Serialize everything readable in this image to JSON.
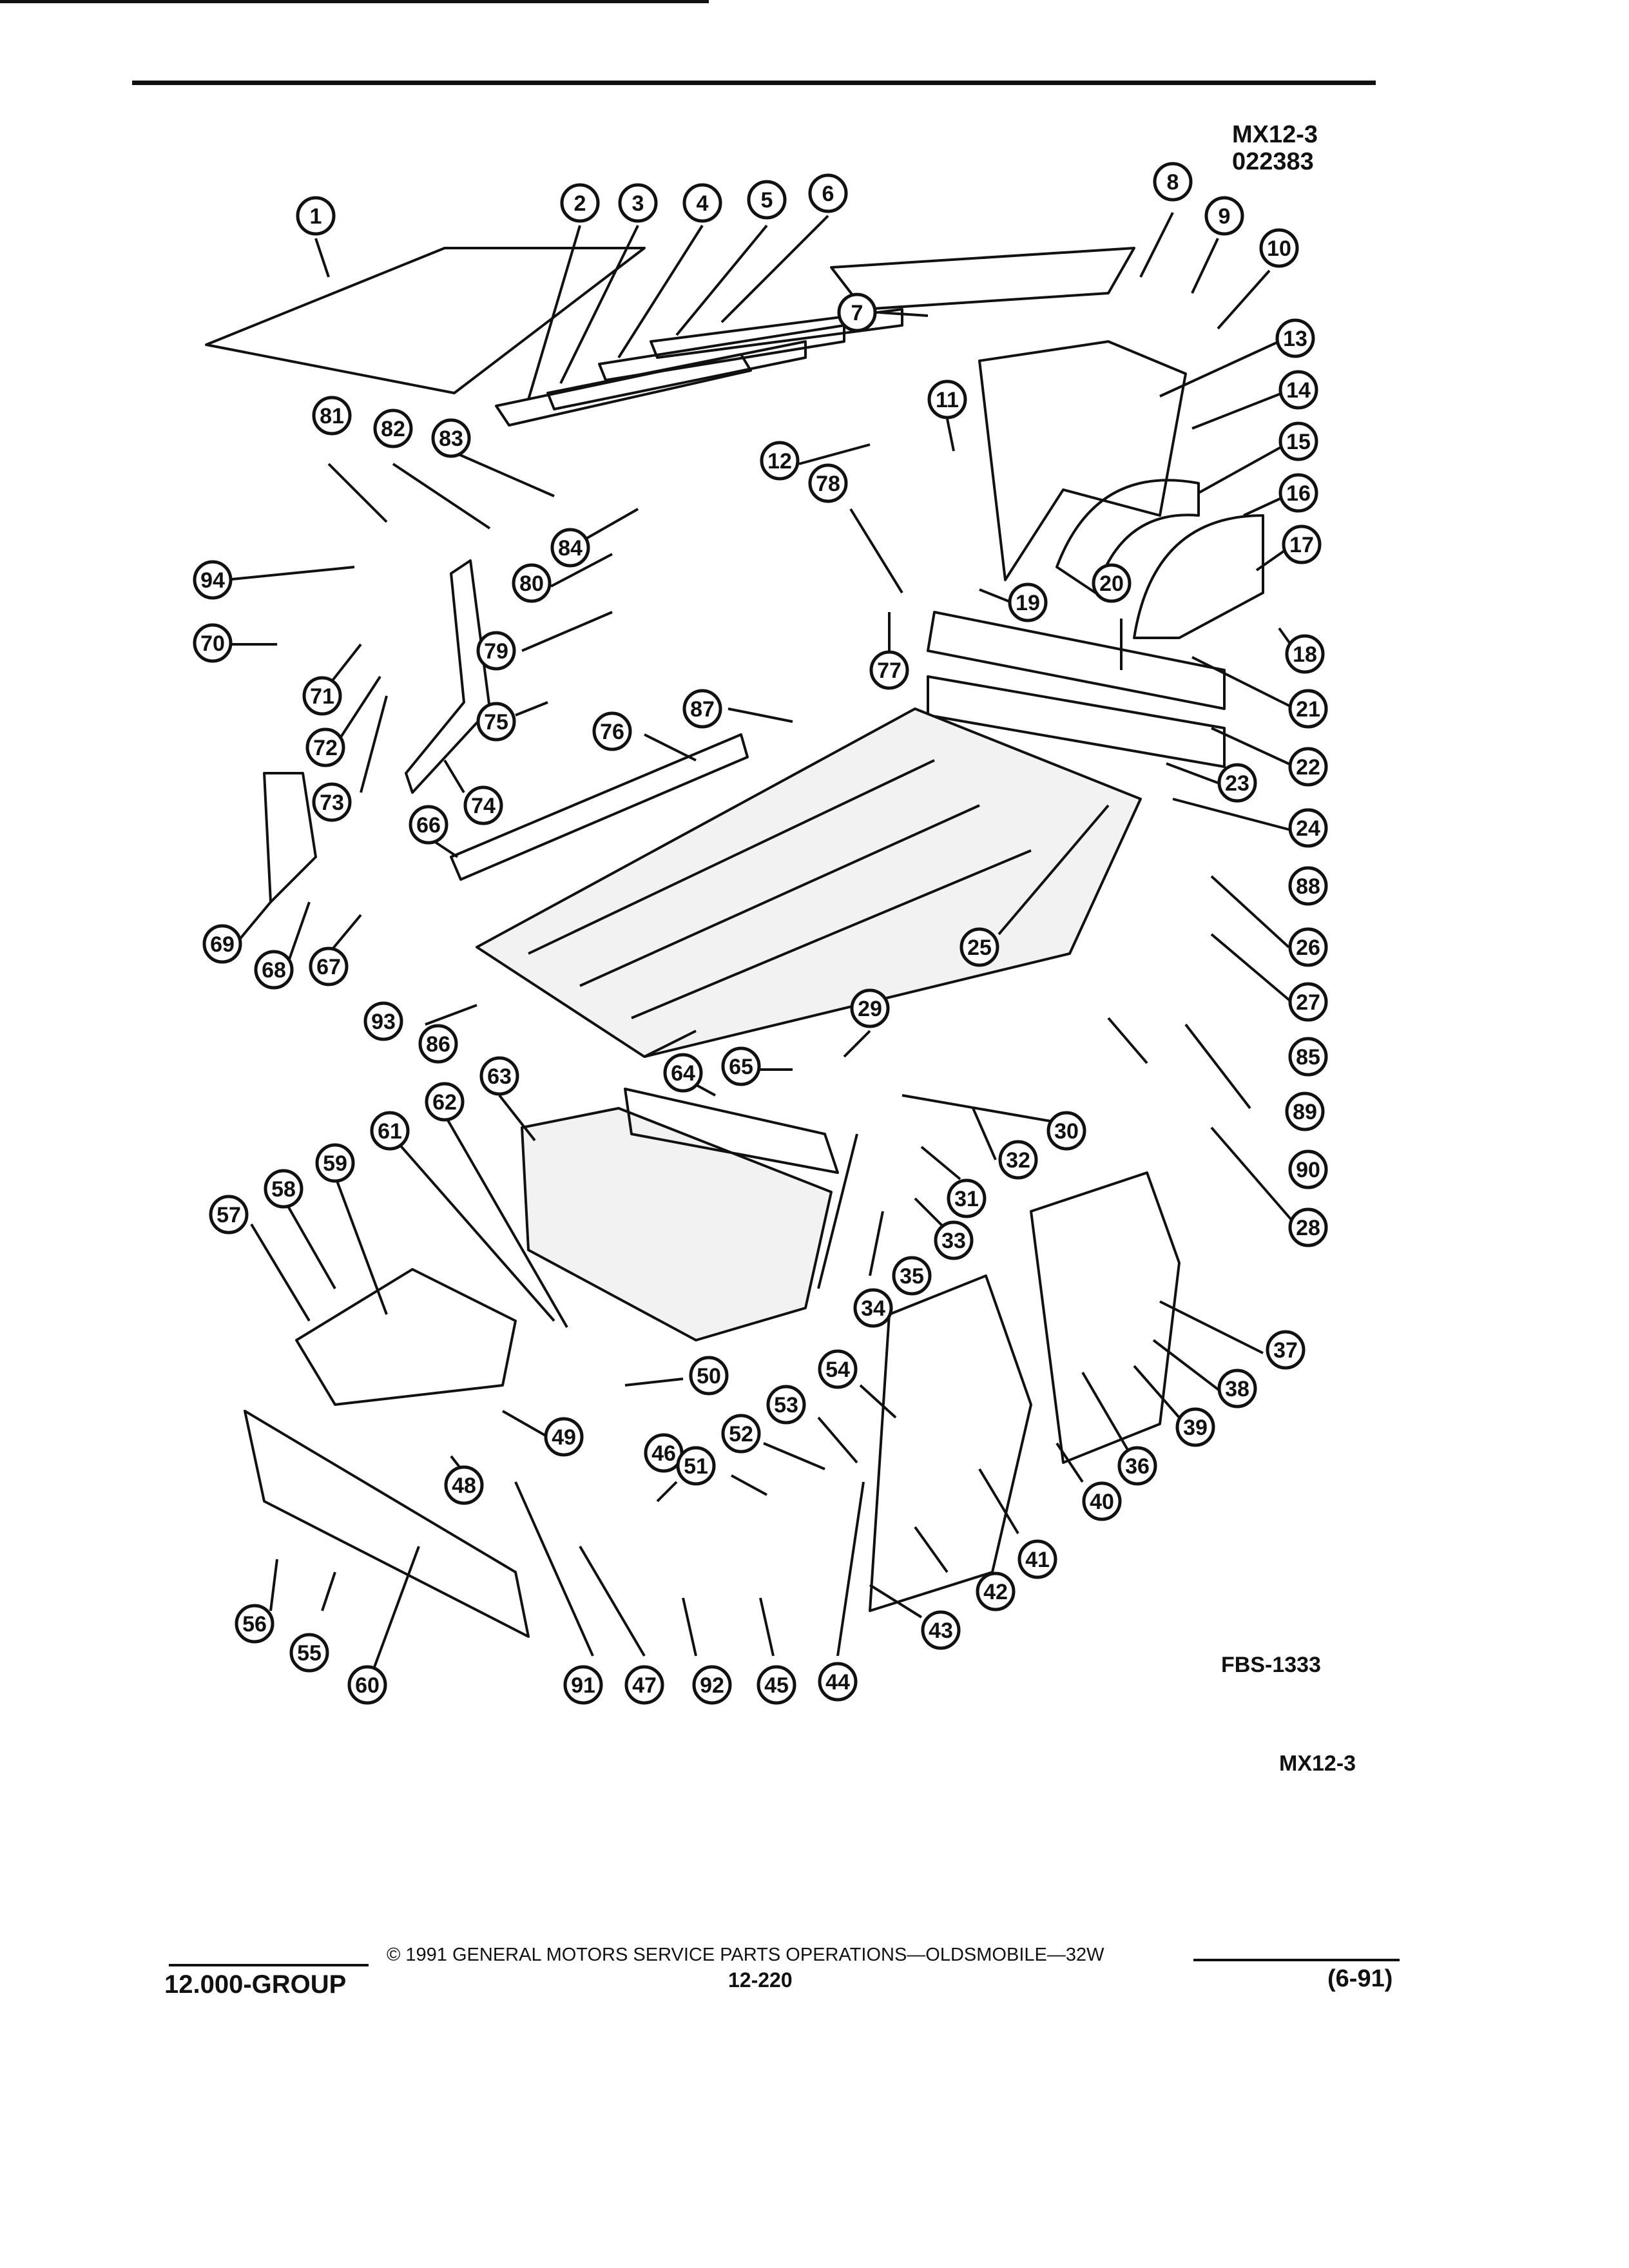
{
  "header": {
    "code": "MX12-3",
    "number": "022383"
  },
  "diagram": {
    "figure_id": "FBS-1333",
    "ref": "MX12-3",
    "callouts": [
      "1",
      "2",
      "3",
      "4",
      "5",
      "6",
      "7",
      "8",
      "9",
      "10",
      "11",
      "12",
      "13",
      "14",
      "15",
      "16",
      "17",
      "18",
      "19",
      "20",
      "21",
      "22",
      "23",
      "24",
      "25",
      "26",
      "27",
      "28",
      "29",
      "30",
      "31",
      "32",
      "33",
      "34",
      "35",
      "36",
      "37",
      "38",
      "39",
      "40",
      "41",
      "42",
      "43",
      "44",
      "45",
      "46",
      "47",
      "48",
      "49",
      "50",
      "51",
      "52",
      "53",
      "54",
      "55",
      "56",
      "57",
      "58",
      "59",
      "60",
      "61",
      "62",
      "63",
      "64",
      "65",
      "66",
      "67",
      "68",
      "69",
      "70",
      "71",
      "72",
      "73",
      "74",
      "75",
      "76",
      "77",
      "78",
      "79",
      "80",
      "81",
      "82",
      "83",
      "84",
      "85",
      "86",
      "87",
      "88",
      "89",
      "90",
      "91",
      "92",
      "93",
      "94"
    ]
  },
  "footer": {
    "copyright": "© 1991 GENERAL MOTORS SERVICE PARTS OPERATIONS—OLDSMOBILE—32W",
    "group": "12.000-GROUP",
    "page": "12-220",
    "date": "(6-91)"
  }
}
